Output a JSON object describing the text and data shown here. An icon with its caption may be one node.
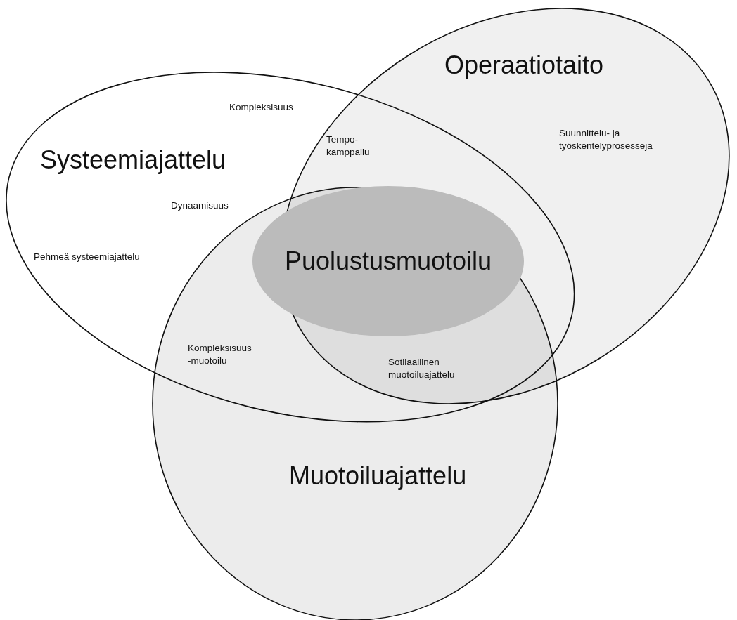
{
  "diagram": {
    "nodes": [
      {
        "text": [
          "Systeemiajattelu"
        ]
      },
      {
        "text": [
          "Operaatiotaito"
        ]
      },
      {
        "text": [
          "Muotoiluajattelu"
        ]
      },
      {
        "text": [
          "Puolustusmuotoilu"
        ]
      }
    ],
    "labels": [
      "Kompleksisuus",
      "Tempo- kamppailu",
      "Suunnittelu- ja työskentelyprosesseja",
      "Dynaamisuus",
      "Pehmeä systeemiajattelu",
      "Kompleksisuus -muotoilu",
      "Sotilaallinen muotoiluajattelu"
    ]
  }
}
